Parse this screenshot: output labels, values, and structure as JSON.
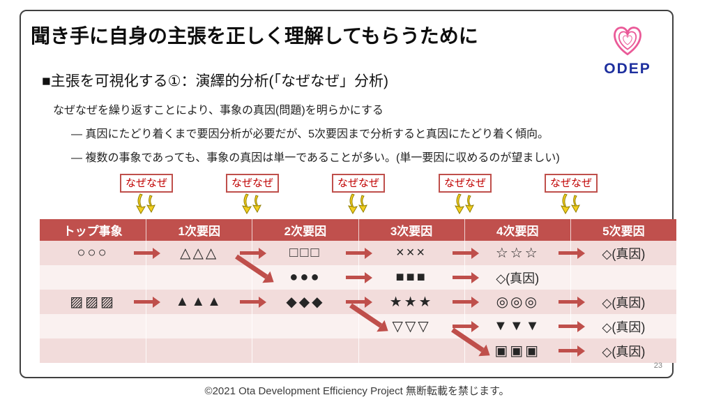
{
  "slide": {
    "title": "聞き手に自身の主張を正しく理解してもらうために",
    "logo_text": "ODEP",
    "subtitle": "■主張を可視化する①：演繹的分析(「なぜなぜ」分析)",
    "lead": "なぜなぜを繰り返すことにより、事象の真因(問題)を明らかにする",
    "bullets": [
      "―  真因にたどり着くまで要因分析が必要だが、5次要因まで分析すると真因にたどり着く傾向。",
      "―  複数の事象であっても、事象の真因は単一であることが多い。(単一要因に収めるのが望ましい)"
    ],
    "naze_labels": [
      "なぜなぜ",
      "なぜなぜ",
      "なぜなぜ",
      "なぜなぜ",
      "なぜなぜ"
    ],
    "table": {
      "headers": [
        "トップ事象",
        "1次要因",
        "2次要因",
        "3次要因",
        "4次要因",
        "5次要因"
      ],
      "rows": [
        [
          "○○○",
          "△△△",
          "□□□",
          "×××",
          "☆☆☆",
          "◇(真因)"
        ],
        [
          "",
          "",
          "●●●",
          "■■■",
          "◇(真因)",
          ""
        ],
        [
          "▨▨▨",
          "▲▲▲",
          "◆◆◆",
          "★★★",
          "◎◎◎",
          "◇(真因)"
        ],
        [
          "",
          "",
          "",
          "▽▽▽",
          "▼▼▼",
          "◇(真因)"
        ],
        [
          "",
          "",
          "",
          "",
          "▣▣▣",
          "◇(真因)"
        ]
      ]
    },
    "page_number": "23",
    "footer": "©2021  Ota Development Efficiency Project 無断転載を禁じます。"
  },
  "icons": {
    "heart-icon": "concentric pink heart (ODEP logo)",
    "naze-arrow-icon": "yellow curved down arrows",
    "flow-arrow-icon": "red right arrow",
    "branch-arrow-icon": "red diagonal branch arrow"
  },
  "colors": {
    "table_header_bg": "#c0504d",
    "row_odd": "#f2dcdb",
    "row_even": "#faf1f0",
    "arrow_red": "#bf4f4b",
    "naze_text": "#c00000",
    "logo_pink": "#ea5a98",
    "logo_blue": "#1d2f9e",
    "arrow_yellow": "#f3cf1f"
  }
}
